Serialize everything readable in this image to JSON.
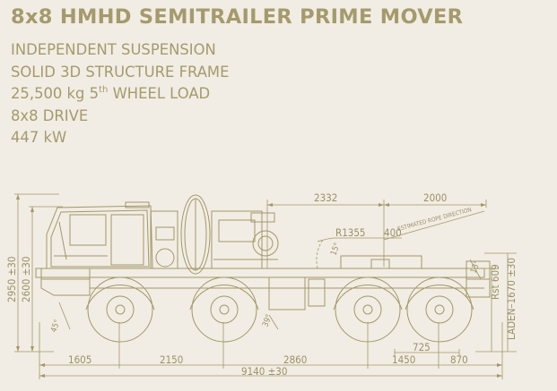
{
  "title": "8x8 HMHD SEMITRAILER PRIME MOVER",
  "specs": [
    {
      "text": "INDEPENDENT SUSPENSION"
    },
    {
      "text": "SOLID 3D STRUCTURE FRAME"
    },
    {
      "text": "25,500 kg 5",
      "sup": "th",
      "after": " WHEEL LOAD"
    },
    {
      "text": "8x8 DRIVE"
    },
    {
      "text": "447 kW"
    }
  ],
  "dimensions": {
    "top_length_a": "2332",
    "top_length_b": "2000",
    "kingpin_radius": "R1355",
    "kingpin_offset": "400",
    "rope_direction_note": "ESTIMATED ROPE DIRECTION",
    "height_total": "2950 ±30",
    "height_cab": "2600 ±30",
    "approach_angle": "45°",
    "departure_angle": "39°",
    "fifth_wheel_angle": "15°",
    "rear_angle": "13°",
    "rst_label": "Rst 609",
    "laden_height": "LADEN–1670 ±30",
    "axle_1": "1605",
    "axle_2": "2150",
    "axle_3": "2860",
    "axle_4": "1450",
    "overhang_rear": "870",
    "overhang_detail": "725",
    "overall_length": "9140 ±30"
  },
  "colors": {
    "background": "#f1ede4",
    "line": "#a39767",
    "text": "#a59a6c"
  }
}
